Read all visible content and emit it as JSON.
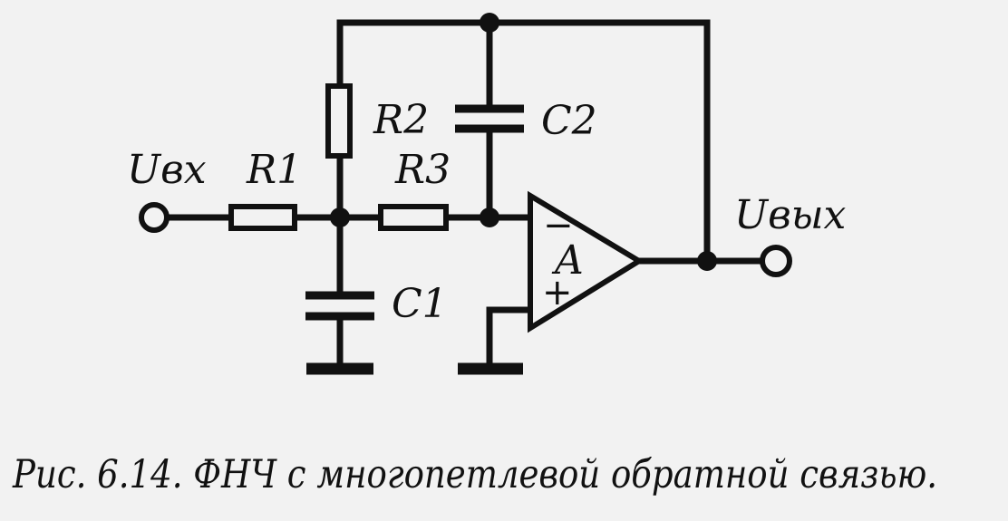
{
  "labels": {
    "input": "Uвх",
    "output": "Uвых",
    "r1": "R1",
    "r2": "R2",
    "r3": "R3",
    "c1": "C1",
    "c2": "C2",
    "amp": "A",
    "inv": "−",
    "noninv": "+"
  },
  "caption": "Рис.  6.14.  ФНЧ  с  многопетлевой  обратной  связью."
}
